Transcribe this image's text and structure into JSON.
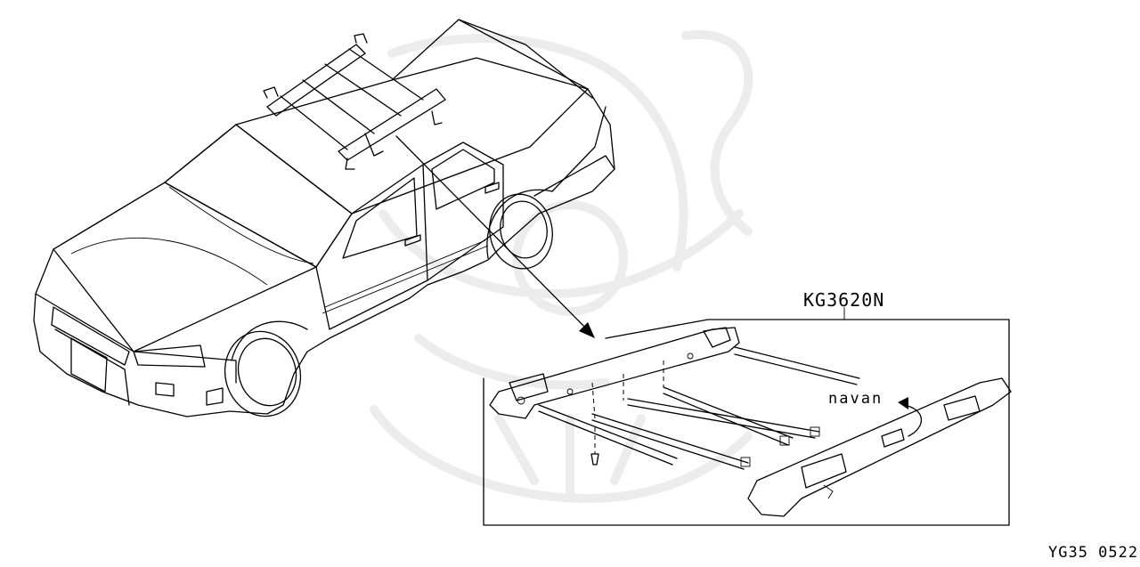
{
  "diagram": {
    "part_number": "KG3620N",
    "annotation": "navan",
    "reference_code": "YG35 0522"
  }
}
